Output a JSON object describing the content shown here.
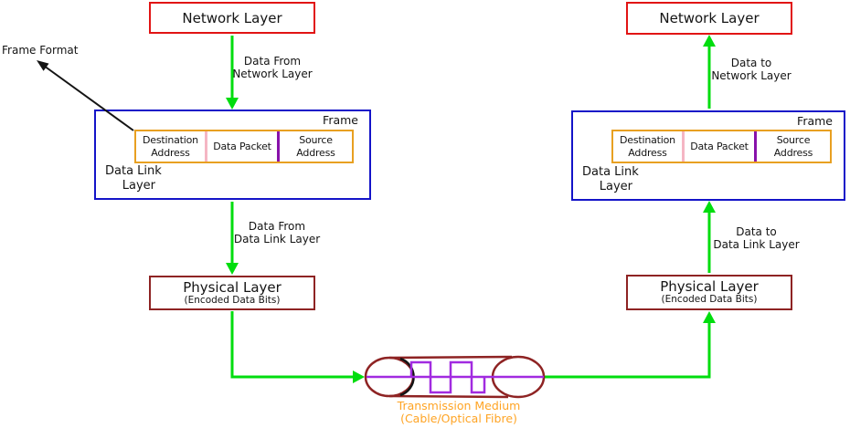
{
  "diagram": {
    "frame_format_label": "Frame Format",
    "sender": {
      "network_layer_label": "Network Layer",
      "flow_network_to_dll": [
        "Data From",
        "Network Layer"
      ],
      "data_link_layer": {
        "frame_label": "Frame",
        "frame_cells": [
          "Destination Address",
          "Data Packet",
          "Source Address"
        ],
        "layer_label": [
          "Data Link",
          "Layer"
        ]
      },
      "flow_dll_to_physical": [
        "Data From",
        "Data Link Layer"
      ],
      "physical_layer": {
        "title": "Physical Layer",
        "subtitle": "(Encoded Data Bits)"
      }
    },
    "receiver": {
      "network_layer_label": "Network Layer",
      "flow_dll_to_network": [
        "Data to",
        "Network Layer"
      ],
      "data_link_layer": {
        "frame_label": "Frame",
        "frame_cells": [
          "Destination Address",
          "Data Packet",
          "Source Address"
        ],
        "layer_label": [
          "Data Link",
          "Layer"
        ]
      },
      "flow_physical_to_dll": [
        "Data to",
        "Data Link Layer"
      ],
      "physical_layer": {
        "title": "Physical Layer",
        "subtitle": "(Encoded Data Bits)"
      }
    },
    "transmission_medium": {
      "label_lines": [
        "Transmission Medium",
        "(Cable/Optical Fibre)"
      ]
    },
    "colors": {
      "network_box_border": "#e11414",
      "data_link_box_border": "#1414c8",
      "frame_box_border": "#e8a021",
      "physical_box_border": "#8e2323",
      "flow_arrow_green": "#00dd0e",
      "frame_divider_pink": "#f5b6c4",
      "frame_divider_purple": "#8812aa",
      "signal_purple": "#a12be0",
      "medium_label_orange": "#ffa424"
    }
  }
}
